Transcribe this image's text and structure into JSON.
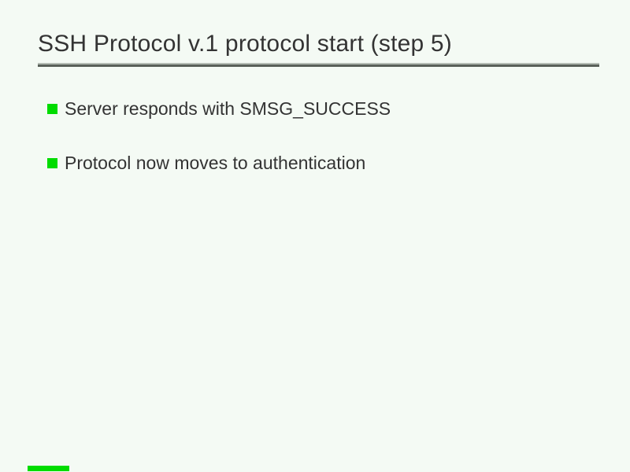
{
  "slide": {
    "title": "SSH Protocol v.1 protocol start (step 5)",
    "bullets": [
      "Server responds with SMSG_SUCCESS",
      "Protocol now moves to authentication"
    ],
    "colors": {
      "background": "#f4faf4",
      "text": "#333333",
      "bullet_green": "#00dc00",
      "progress_green": "#00dc00",
      "rule_top": "#b4bcb4",
      "rule_bottom": "#596059"
    }
  }
}
